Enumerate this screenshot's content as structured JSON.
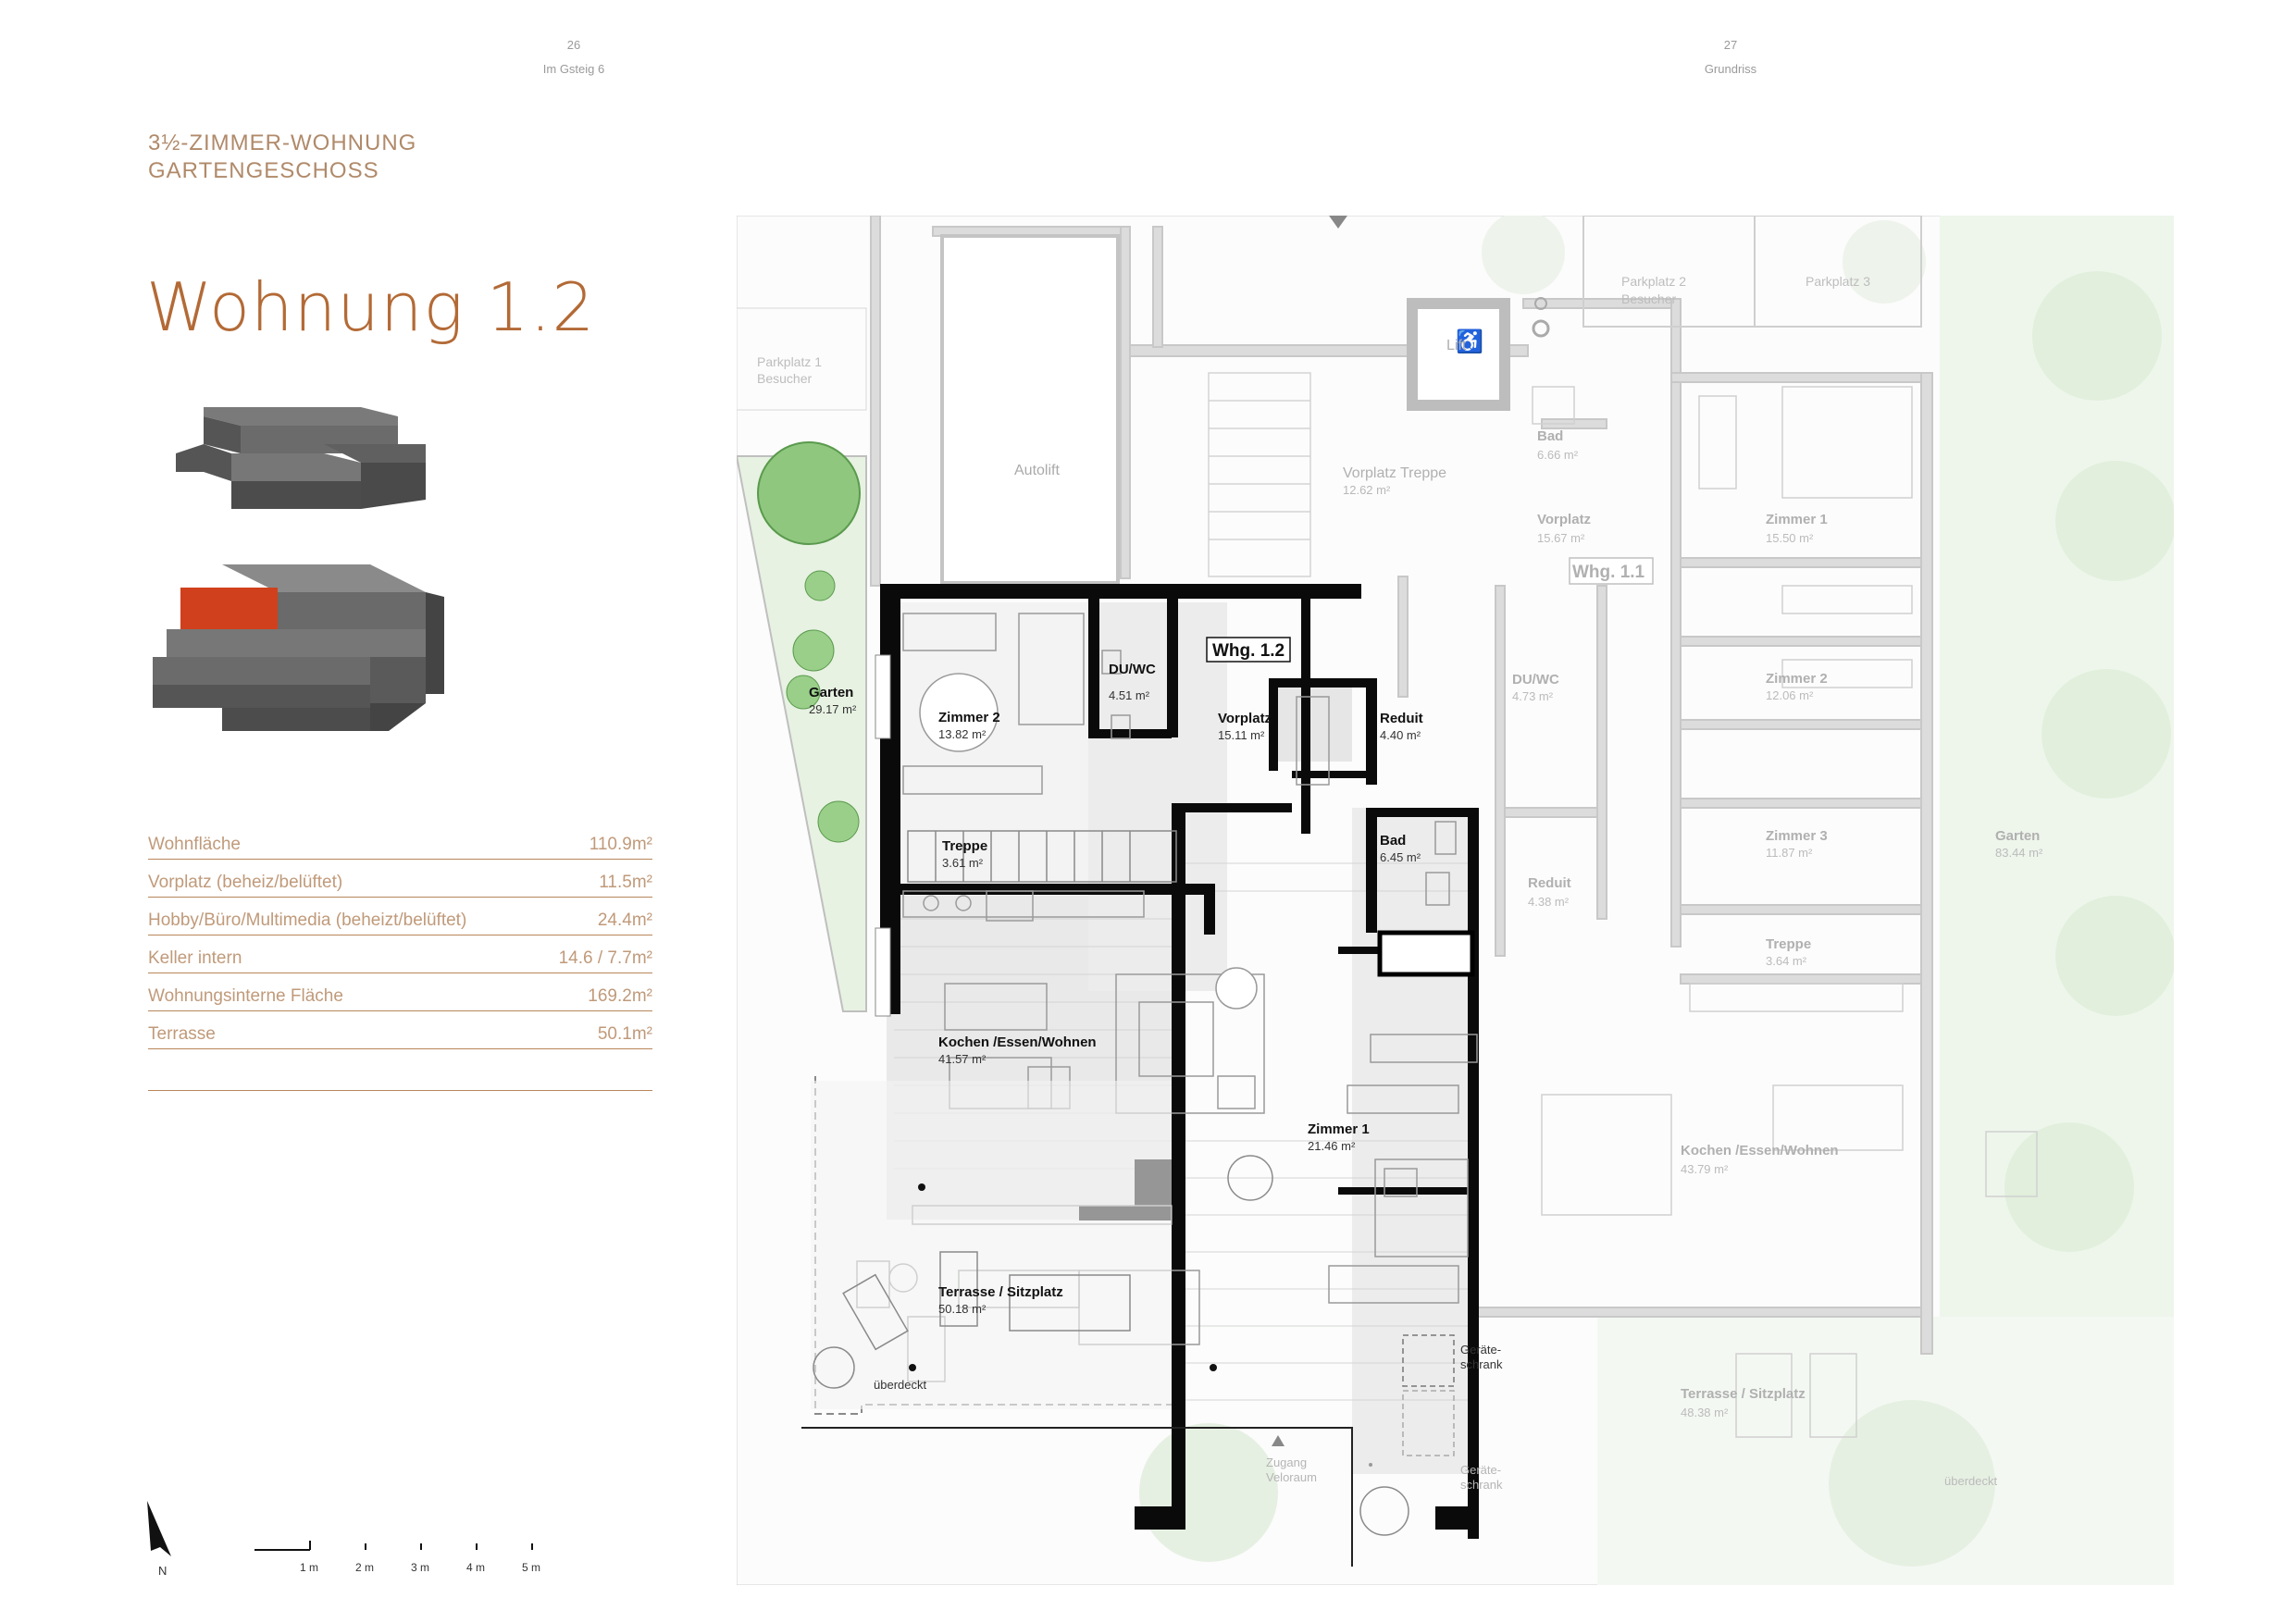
{
  "header": {
    "left_page_number": "26",
    "left_page_label": "Im Gsteig 6",
    "right_page_number": "27",
    "right_page_label": "Grundriss"
  },
  "subtitle": {
    "line1": "3½-ZIMMER-WOHNUNG",
    "line2": "GARTENGESCHOSS"
  },
  "title": "Wohnung 1.2",
  "stats": [
    {
      "label": "Wohnfläche",
      "value": "110.9",
      "unit": "m²"
    },
    {
      "label": "Vorplatz (beheiz/belüftet)",
      "value": "11.5",
      "unit": "m²"
    },
    {
      "label": "Hobby/Büro/Multimedia (beheizt/belüftet)",
      "value": "24.4",
      "unit": "m²"
    },
    {
      "label": "Keller intern",
      "value": "14.6 / 7.7",
      "unit": "m²"
    },
    {
      "label": "Wohnungsinterne Fläche",
      "value": "169.2",
      "unit": "m²"
    },
    {
      "label": "Terrasse",
      "value": "50.1",
      "unit": "m²"
    }
  ],
  "plan": {
    "parkplatz1": "Parkplatz 1",
    "parkplatz1_sub": "Besucher",
    "parkplatz2": "Parkplatz 2",
    "parkplatz2_sub": "Besucher",
    "parkplatz3": "Parkplatz 3",
    "autolift": "Autolift",
    "lift": "Lift",
    "vorplatz_treppe": "Vorplatz Treppe",
    "vorplatz_treppe_area": "12.62 m²",
    "garten_left": "Garten",
    "garten_left_area": "29.17 m²",
    "whg12": "Whg. 1.2",
    "whg11": "Whg. 1.1",
    "zimmer2_12": "Zimmer 2",
    "zimmer2_12_area": "13.82 m²",
    "duwc_12": "DU/WC",
    "duwc_12_area": "4.51 m²",
    "vorplatz_12": "Vorplatz",
    "vorplatz_12_area": "15.11 m²",
    "reduit_12": "Reduit",
    "reduit_12_area": "4.40 m²",
    "treppe_12": "Treppe",
    "treppe_12_area": "3.61 m²",
    "bad_12": "Bad",
    "bad_12_area": "6.45 m²",
    "kochen_12": "Kochen /Essen/Wohnen",
    "kochen_12_area": "41.57 m²",
    "zimmer1_12": "Zimmer 1",
    "zimmer1_12_area": "21.46 m²",
    "terrasse_12": "Terrasse / Sitzplatz",
    "terrasse_12_area": "50.18 m²",
    "ueberdeckt_left": "überdeckt",
    "geraete1_a": "Geräte-",
    "geraete1_b": "schrank",
    "geraete2_a": "Geräte-",
    "geraete2_b": "schrank",
    "zugang_a": "Zugang",
    "zugang_b": "Veloraum",
    "bad_11": "Bad",
    "bad_11_area": "6.66 m²",
    "vorplatz_11": "Vorplatz",
    "vorplatz_11_area": "15.67 m²",
    "duwc_11": "DU/WC",
    "duwc_11_area": "4.73 m²",
    "reduit_11": "Reduit",
    "reduit_11_area": "4.38 m²",
    "zimmer1_11": "Zimmer 1",
    "zimmer1_11_area": "15.50 m²",
    "zimmer2_11": "Zimmer 2",
    "zimmer2_11_area": "12.06 m²",
    "zimmer3_11": "Zimmer 3",
    "zimmer3_11_area": "11.87 m²",
    "treppe_11": "Treppe",
    "treppe_11_area": "3.64 m²",
    "garten_right": "Garten",
    "garten_right_area": "83.44 m²",
    "kochen_11": "Kochen /Essen/Wohnen",
    "kochen_11_area": "43.79 m²",
    "terrasse_11": "Terrasse / Sitzplatz",
    "terrasse_11_area": "48.38 m²",
    "ueberdeckt_right": "überdeckt"
  },
  "north_label": "N",
  "scale": [
    "1 m",
    "2 m",
    "3 m",
    "4 m",
    "5 m"
  ],
  "colors": {
    "accent": "#b36a36",
    "highlight_unit": "#d0401c",
    "wall": "#000000",
    "green": "#7dbf6a"
  }
}
